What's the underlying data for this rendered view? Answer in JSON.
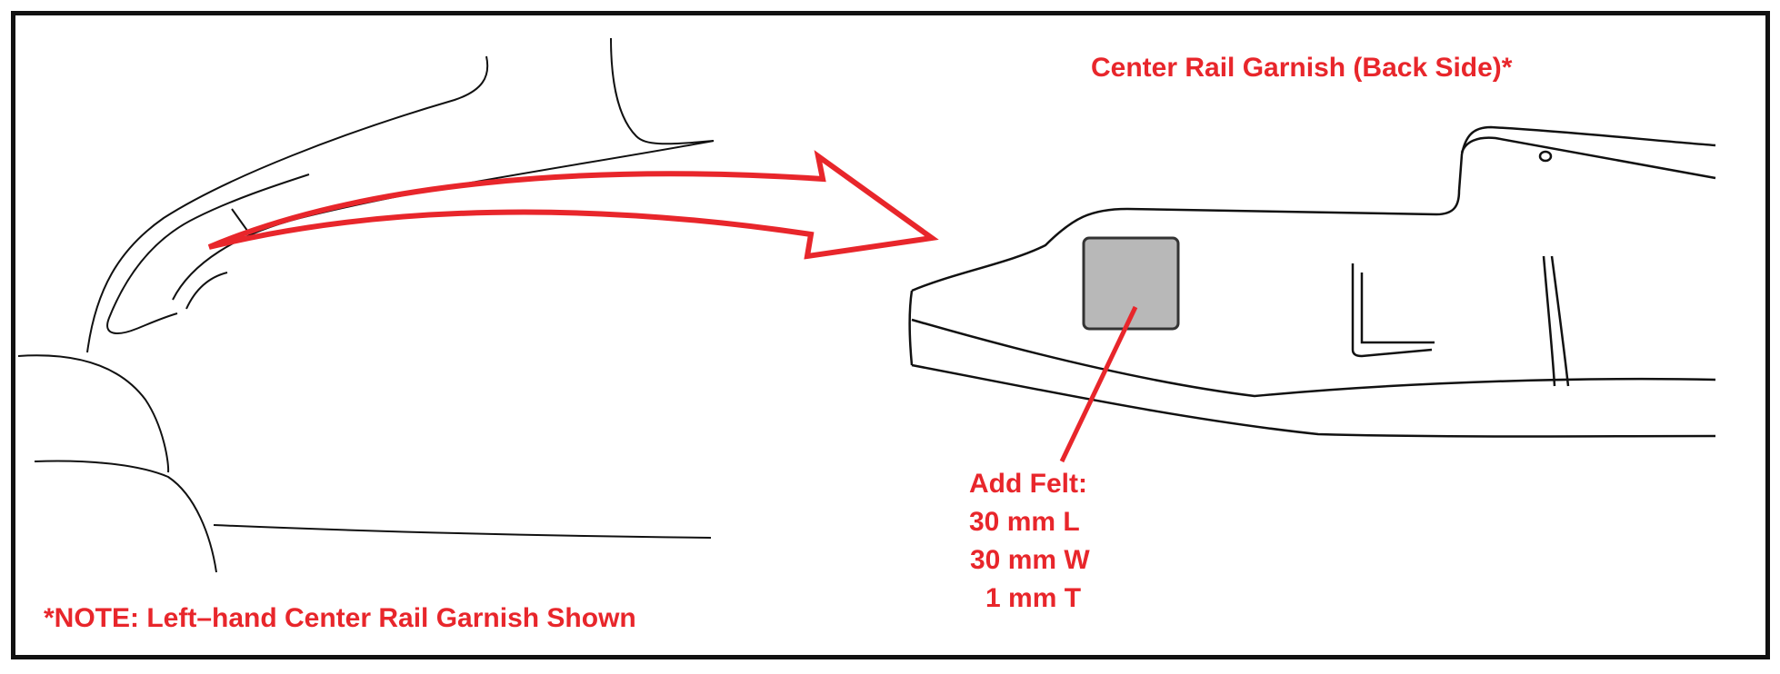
{
  "diagram": {
    "title": "Center Rail Garnish (Back Side)*",
    "felt_callout": {
      "heading": "Add Felt:",
      "length": "30 mm L",
      "width": "30 mm W",
      "thickness": "1 mm T"
    },
    "note": "*NOTE: Left–hand Center Rail Garnish Shown"
  },
  "colors": {
    "annotation": "#e8262b",
    "outline": "#111111",
    "felt_fill": "#b8b8b8"
  },
  "icons": [
    "curved-arrow-icon"
  ]
}
